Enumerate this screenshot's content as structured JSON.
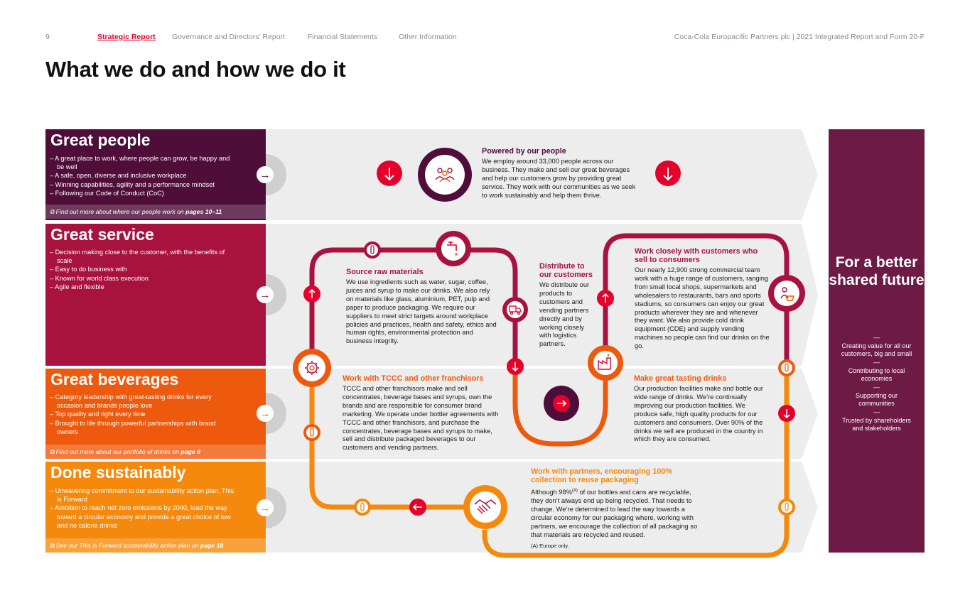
{
  "header": {
    "page_number": "9",
    "nav": [
      "Strategic Report",
      "Governance and Directors’ Report",
      "Financial Statements",
      "Other Information"
    ],
    "report_title": "Coca-Cola Europacific Partners plc | 2021 Integrated Report and Form 20-F"
  },
  "title": "What we do and how we do it",
  "panels": {
    "people": {
      "title": "Great people",
      "items": [
        "A great place to work, where people can grow, be happy and be well",
        "A safe, open, diverse and inclusive workplace",
        "Winning capabilities, agility and a performance mindset",
        "Following our Code of Conduct (CoC)"
      ],
      "find_text": "Find out more about where our people work on ",
      "find_page": "pages 10–11"
    },
    "service": {
      "title": "Great service",
      "items": [
        "Decision making close to the customer, with the benefits of scale",
        "Easy to do business with",
        "Known for world class execution",
        "Agile and flexible"
      ]
    },
    "beverages": {
      "title": "Great beverages",
      "items": [
        "Category leadership with great-tasting drinks for every occasion and brands people love",
        "Top quality and right every time",
        "Brought to life through powerful partnerships with brand owners"
      ],
      "find_text": "Find out more about our portfolio of drinks on ",
      "find_page": "page 8"
    },
    "sustainably": {
      "title": "Done sustainably",
      "items": [
        "Unwavering commitment to our sustainability action plan, This is Forward",
        "Ambition to reach net zero emissions by 2040, lead the way toward a circular economy and provide a great choice of low and no calorie drinks"
      ],
      "find_text": "See our This is Forward sustainability action plan on ",
      "find_page": "page 18"
    }
  },
  "sections": {
    "powered": {
      "title": "Powered by our people",
      "body": "We employ around 33,000 people across our business. They make and sell our great beverages and help our customers grow by providing great service. They work with our communities as we seek to work sustainably and help them thrive."
    },
    "source": {
      "title": "Source raw materials",
      "body": "We use ingredients such as water, sugar, coffee, juices and syrup to make our drinks. We also rely on materials like glass, aluminium, PET, pulp and paper to produce packaging. We require our suppliers to meet strict targets around workplace policies and practices, health and safety, ethics and human rights, environmental protection and business integrity."
    },
    "distribute": {
      "title": "Distribute to our customers",
      "body": "We distribute our products to customers and vending partners directly and by working closely with logistics partners."
    },
    "customers": {
      "title": "Work closely with customers who sell to consumers",
      "body": "Our nearly 12,900 strong commercial team work with a huge range of customers, ranging from small local shops, supermarkets and wholesalers to restaurants, bars and sports stadiums, so consumers can enjoy our great products wherever they are and whenever they want. We also provide cold drink equipment (CDE) and supply vending machines so people can find our drinks on the go."
    },
    "tccc": {
      "title": "Work with TCCC and other franchisors",
      "body": "TCCC and other franchisors make and sell concentrates, beverage bases and syrups, own the brands and are responsible for consumer brand marketing. We operate under bottler agreements with TCCC and other franchisors, and purchase the concentrates, beverage bases and syrups to make, sell and distribute packaged beverages to our customers and vending partners."
    },
    "make": {
      "title": "Make great tasting drinks",
      "body": "Our production facilities make and bottle our wide range of drinks. We’re continually improving our production facilities. We produce safe, high quality products for our customers and consumers. Over 90% of the drinks we sell are produced in the country in which they are consumed."
    },
    "partners": {
      "title": "Work with partners, encouraging 100% collection to reuse packaging",
      "body_pre": "Although 98%",
      "body_sup": "(A)",
      "body_post": " of our bottles and cans are recyclable, they don’t always end up being recycled. That needs to change. We’re determined to lead the way towards a circular economy for our packaging where, working with partners, we encourage the collection of all packaging so that materials are recycled and reused.",
      "footnote": "(A) Europe only."
    }
  },
  "right_panel": {
    "title": "For a better shared future",
    "items": [
      "Creating value for all our customers, big and small",
      "Contributing to local economies",
      "Supporting our communities",
      "Trusted by shareholders and stakeholders"
    ],
    "separator": "—"
  },
  "colors": {
    "people": "#4f0d3a",
    "service": "#a8123f",
    "beverages": "#ee5a0d",
    "sustainably": "#f5890d",
    "red": "#e4002b",
    "right_panel": "#6d1a45"
  }
}
